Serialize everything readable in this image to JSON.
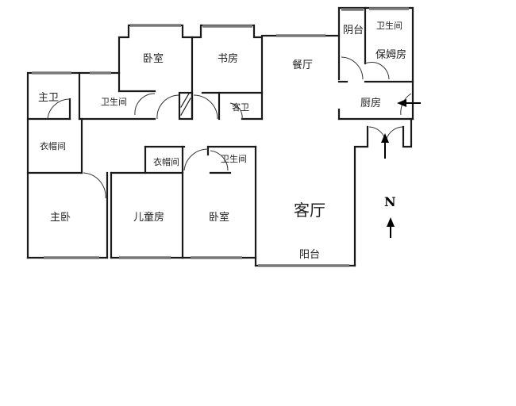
{
  "rooms": {
    "bedroom_top": "卧室",
    "study": "书房",
    "dining": "餐厅",
    "balcony_top": "阴台",
    "bathroom_maid": "卫生间",
    "maid_room": "保姆房",
    "kitchen": "厨房",
    "master_bath": "主卫",
    "bathroom_1": "卫生间",
    "guest_bath": "客卫",
    "closet_1": "衣帽间",
    "closet_2": "衣帽间",
    "bathroom_2": "卫生间",
    "master_bedroom": "主卧",
    "kids_room": "儿童房",
    "bedroom_bottom": "卧室",
    "living_room": "客厅",
    "balcony_bottom": "阳台"
  },
  "compass": {
    "label": "N"
  }
}
